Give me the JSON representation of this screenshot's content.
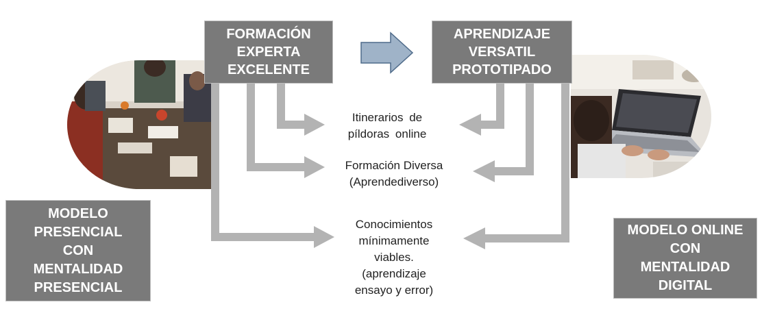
{
  "boxes": {
    "formacion": "FORMACIÓN\nEXPERTA\nEXCELENTE",
    "aprendizaje": "APRENDIZAJE\nVERSATIL\nPROTOTIPADO",
    "presencial": "MODELO\nPRESENCIAL\nCON\nMENTALIDAD\nPRESENCIAL",
    "online": "MODELO ONLINE\nCON\nMENTALIDAD\nDIGITAL"
  },
  "outcomes": {
    "itinerarios": "Itinerarios de\npíldoras online",
    "formacion_diversa": "Formación Diversa\n(Aprendediverso)",
    "conocimientos": "Conocimientos\nmínimamente\nviables.\n(aprendizaje\nensayo y error)"
  },
  "colors": {
    "box_fill": "#7a7a7a",
    "arrow_gray": "#b3b3b3",
    "arrow_blue": "#9fb3c8"
  }
}
